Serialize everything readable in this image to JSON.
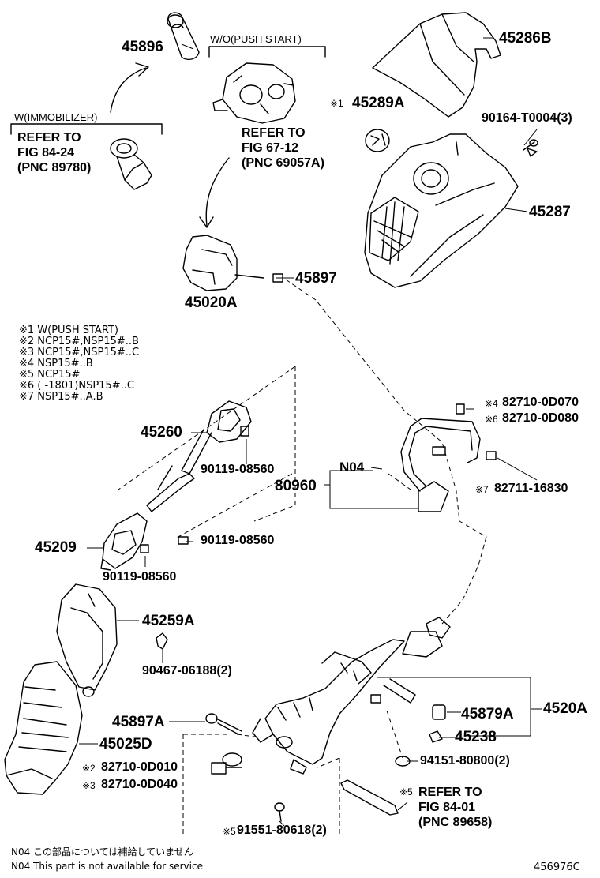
{
  "parts": {
    "p45896": "45896",
    "p45286B": "45286B",
    "p45289A_mark": "※1",
    "p45289A": "45289A",
    "p90164": "90164-T0004(3)",
    "p45287": "45287",
    "p45897": "45897",
    "p45020A": "45020A",
    "p45260": "45260",
    "p90119a": "90119-08560",
    "p90119b": "90119-08560",
    "p90119c": "90119-08560",
    "p45209": "45209",
    "p45259A": "45259A",
    "p90467": "90467-06188(2)",
    "p45897A": "45897A",
    "p45025D": "45025D",
    "p82710_d010": "82710-0D010",
    "p82710_d010_mark": "※2",
    "p82710_d040": "82710-0D040",
    "p82710_d040_mark": "※3",
    "p91551": "91551-80618(2)",
    "p91551_mark": "※5",
    "p82710_d070": "82710-0D070",
    "p82710_d070_mark": "※4",
    "p82710_d080": "82710-0D080",
    "p82710_d080_mark": "※6",
    "p82711": "82711-16830",
    "p82711_mark": "※7",
    "pN04": "N04",
    "p80960": "80960",
    "p45879A": "45879A",
    "p4520A": "4520A",
    "p45238": "45238",
    "p94151": "94151-80800(2)"
  },
  "callouts": {
    "wo_push_start": "W/O(PUSH START)",
    "w_immobilizer": "W(IMMOBILIZER)",
    "refer_immob": [
      "REFER TO",
      "FIG 84-24",
      "(PNC 89780)"
    ],
    "refer_push": [
      "REFER TO",
      "FIG 67-12",
      "(PNC 69057A)"
    ],
    "refer_841_mark": "※5",
    "refer_841": [
      "REFER TO",
      "FIG 84-01",
      "(PNC 89658)"
    ]
  },
  "legend": [
    "※1  W(PUSH START)",
    "※2  NCP15#,NSP15#..B",
    "※3  NCP15#,NSP15#..C",
    "※4  NSP15#..B",
    "※5  NCP15#",
    "※6  (      -1801)NSP15#..C",
    "※7  NSP15#..A.B"
  ],
  "footer": {
    "n04_jp": "N04   この部品については補給していません",
    "n04_en": "N04   This part is not available for service",
    "fig_id": "456976C"
  }
}
